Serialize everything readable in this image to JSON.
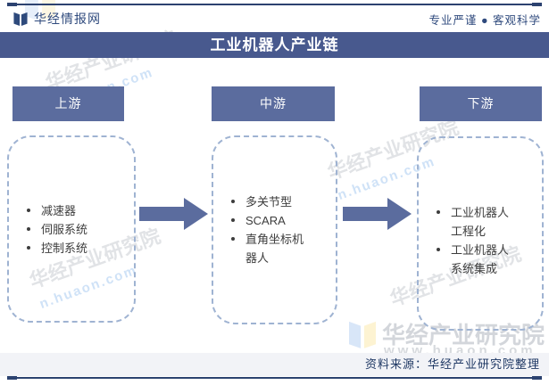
{
  "header": {
    "site_name": "华经情报网",
    "tagline": "专业严谨 ● 客观科学"
  },
  "title": "工业机器人产业链",
  "chain": {
    "stages": [
      {
        "label": "上游",
        "items": [
          "减速器",
          "伺服系统",
          "控制系统"
        ]
      },
      {
        "label": "中游",
        "items": [
          "多关节型",
          "SCARA",
          "直角坐标机器人"
        ]
      },
      {
        "label": "下游",
        "items": [
          "工业机器人工程化",
          "工业机器人系统集成"
        ]
      }
    ]
  },
  "footer": {
    "source": "资料来源：华经产业研究院整理"
  },
  "watermark": {
    "name": "华经产业研究院",
    "url": "www.huaon.com",
    "url_short": "n.huaon.com"
  },
  "colors": {
    "title_bar": "#48598e",
    "stage_tab": "#5b6c9e",
    "arrow": "#5b6c9e",
    "rule_line": "#2c4270",
    "header_text": "#2f4a7d",
    "footer_text": "#1f3864",
    "footer_strip": "#f2f3f7",
    "dashed_border": "#9fb3d2",
    "body_text": "#3d3d3d"
  }
}
